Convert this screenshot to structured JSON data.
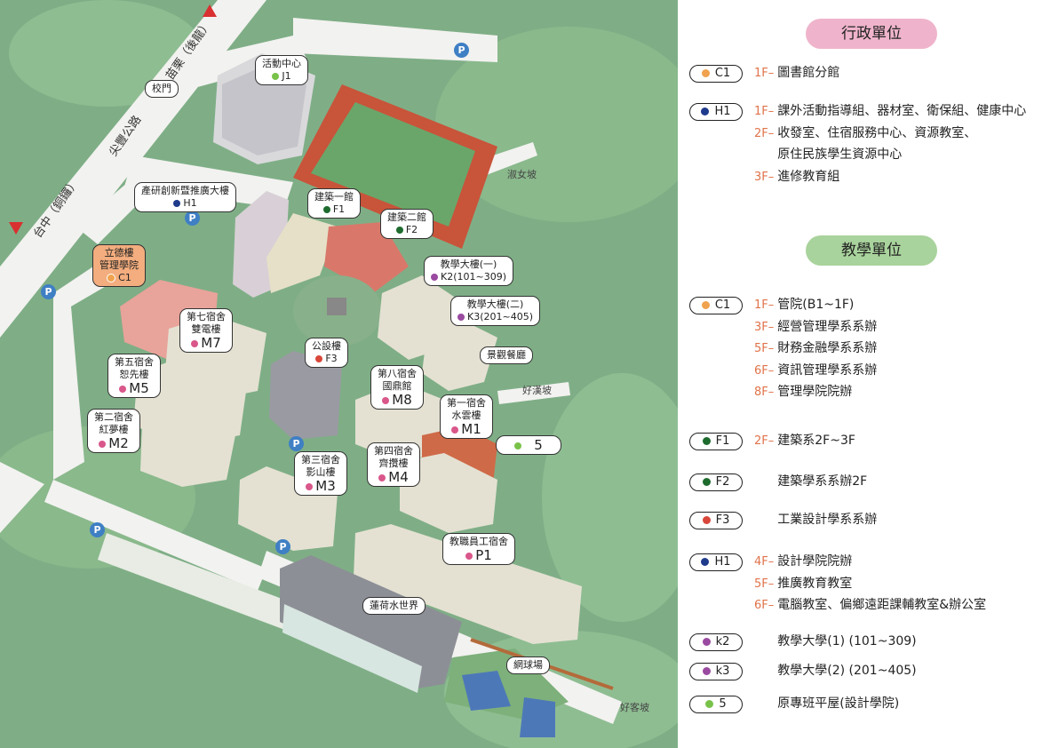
{
  "colors": {
    "map_bg": "#7fae86",
    "path": "#f2f2f0",
    "track": "#c8543a",
    "field": "#6aa66a",
    "court": "#4d78b8",
    "admin_head": "#efb4cb",
    "teach_head": "#a9d39c",
    "floor": "#e0734a",
    "dot_orange": "#f0a24e",
    "dot_navy": "#1f3b8c",
    "dot_green": "#1e6b2e",
    "dot_red": "#d8473a",
    "dot_purple": "#9a4aa0",
    "dot_lime": "#79c24a",
    "dot_pink": "#d9578a",
    "parking": "#3f7fc4",
    "label_orange_bg": "#f3ad7e"
  },
  "map": {
    "roads": {
      "miaoli": "苗栗（後龍）",
      "jianfeng": "尖豐公路",
      "taichung": "台中（銅鑼）"
    },
    "slopes": {
      "shunu": "淑女坡",
      "haohan": "好漢坡",
      "haoke": "好客坡"
    },
    "parking_label": "P",
    "labels": {
      "gate": {
        "name": "校門"
      },
      "activity": {
        "name": "活動中心",
        "code": "J1"
      },
      "incubation": {
        "name": "產研創新暨推廣大樓",
        "code": "H1"
      },
      "arch1": {
        "name": "建築一館",
        "code": "F1"
      },
      "arch2": {
        "name": "建築二館",
        "code": "F2"
      },
      "lide": {
        "name": "立德樓",
        "name2": "管理學院",
        "code": "C1"
      },
      "teach1": {
        "name": "教學大樓(一)",
        "code": "K2(101~309)"
      },
      "teach2": {
        "name": "教學大樓(二)",
        "code": "K3(201~405)"
      },
      "dorm7": {
        "name": "第七宿舍",
        "name2": "雙電樓",
        "code": "M7"
      },
      "gongshe": {
        "name": "公設樓",
        "code": "F3"
      },
      "view": {
        "name": "景觀餐廳"
      },
      "dorm5": {
        "name": "第五宿舍",
        "name2": "恕先樓",
        "code": "M5"
      },
      "dorm8": {
        "name": "第八宿舍",
        "name2": "國鼎館",
        "code": "M8"
      },
      "dorm1": {
        "name": "第一宿舍",
        "name2": "水雲樓",
        "code": "M1"
      },
      "dorm2": {
        "name": "第二宿舍",
        "name2": "紅夢樓",
        "code": "M2"
      },
      "pingwu": {
        "code": "5"
      },
      "dorm3": {
        "name": "第三宿舍",
        "name2": "影山樓",
        "code": "M3"
      },
      "dorm4": {
        "name": "第四宿舍",
        "name2": "齊攬樓",
        "code": "M4"
      },
      "staff": {
        "name": "教職員工宿舍",
        "code": "P1"
      },
      "lotus": {
        "name": "蓮荷水世界"
      },
      "tennis": {
        "name": "網球場"
      }
    }
  },
  "legend": {
    "admin": {
      "title": "行政單位",
      "rows": [
        {
          "code": "C1",
          "color": "#f0a24e",
          "lines": [
            {
              "floor": "1F–",
              "text": "圖書館分館"
            }
          ]
        },
        {
          "code": "H1",
          "color": "#1f3b8c",
          "lines": [
            {
              "floor": "1F–",
              "text": "課外活動指導組、器材室、衛保組、健康中心"
            },
            {
              "floor": "2F–",
              "text": "收發室、住宿服務中心、資源教室、"
            },
            {
              "floor": "",
              "text": "原住民族學生資源中心"
            },
            {
              "floor": "3F–",
              "text": "進修教育組"
            }
          ]
        }
      ]
    },
    "teach": {
      "title": "教學單位",
      "rows": [
        {
          "code": "C1",
          "color": "#f0a24e",
          "lines": [
            {
              "floor": "1F–",
              "text": "管院(B1~1F)"
            },
            {
              "floor": "3F–",
              "text": "經營管理學系系辦"
            },
            {
              "floor": "5F–",
              "text": "財務金融學系系辦"
            },
            {
              "floor": "6F–",
              "text": "資訊管理學系系辦"
            },
            {
              "floor": "8F–",
              "text": "管理學院院辦"
            }
          ]
        },
        {
          "code": "F1",
          "color": "#1e6b2e",
          "lines": [
            {
              "floor": "2F–",
              "text": "建築系2F~3F"
            }
          ]
        },
        {
          "code": "F2",
          "color": "#1e6b2e",
          "lines": [
            {
              "floor": "",
              "text": "建築學系系辦2F"
            }
          ]
        },
        {
          "code": "F3",
          "color": "#d8473a",
          "lines": [
            {
              "floor": "",
              "text": "工業設計學系系辦"
            }
          ]
        },
        {
          "code": "H1",
          "color": "#1f3b8c",
          "lines": [
            {
              "floor": "4F–",
              "text": "設計學院院辦"
            },
            {
              "floor": "5F–",
              "text": "推廣教育教室"
            },
            {
              "floor": "6F–",
              "text": "電腦教室、偏鄉遠距課輔教室&辦公室"
            }
          ]
        },
        {
          "code": "k2",
          "color": "#9a4aa0",
          "lines": [
            {
              "floor": "",
              "text": "教學大學(1) (101~309)"
            }
          ]
        },
        {
          "code": "k3",
          "color": "#9a4aa0",
          "lines": [
            {
              "floor": "",
              "text": "教學大學(2) (201~405)"
            }
          ]
        },
        {
          "code": "5",
          "color": "#79c24a",
          "lines": [
            {
              "floor": "",
              "text": "原專班平屋(設計學院)"
            }
          ]
        }
      ]
    }
  }
}
